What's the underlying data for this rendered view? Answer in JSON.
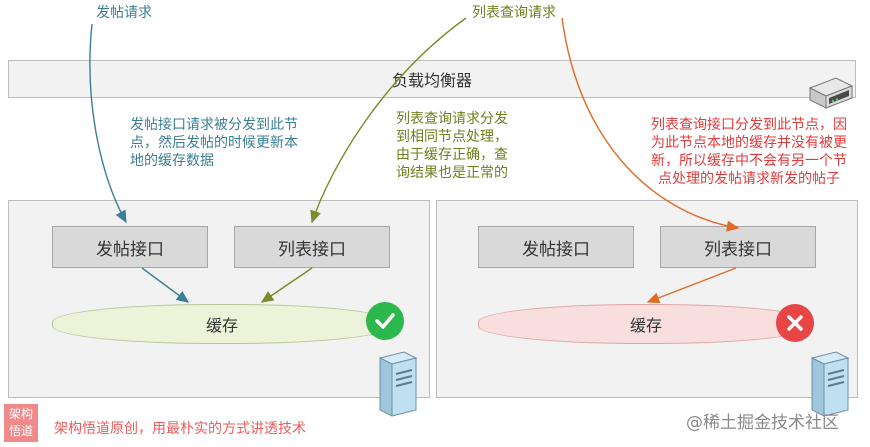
{
  "top_labels": {
    "post_request": "发帖请求",
    "list_request": "列表查询请求"
  },
  "load_balancer": "负载均衡器",
  "annotations": {
    "post_routing": [
      "发帖接口请求被分发到此节",
      "点，然后发帖的时候更新本",
      "地的缓存数据"
    ],
    "list_same_node": [
      "列表查询请求分发",
      "到相同节点处理，",
      "由于缓存正确，查",
      "询结果也是正常的"
    ],
    "list_other_node": [
      "列表查询接口分发到此节点，因",
      "为此节点本地的缓存并没有被更",
      "新，所以缓存中不会有另一个节",
      "点处理的发帖请求新发的帖子"
    ]
  },
  "left_node": {
    "post_api": "发帖接口",
    "list_api": "列表接口",
    "cache": "缓存",
    "status": "correct"
  },
  "right_node": {
    "post_api": "发帖接口",
    "list_api": "列表接口",
    "cache": "缓存",
    "status": "stale"
  },
  "icons": {
    "ok": "check-icon",
    "bad": "cross-icon",
    "server": "server-icon",
    "load_balancer": "switch-icon"
  },
  "colors": {
    "post_arrow": "#3b7f96",
    "list_arrow": "#7a8c2a",
    "stale_arrow": "#e26a25",
    "ok": "#2db84d",
    "bad": "#e84545"
  },
  "footer": {
    "logo": [
      "架构",
      "悟道"
    ],
    "slogan": "架构悟道原创，用最朴实的方式讲透技术",
    "watermark": "@稀土掘金技术社区"
  }
}
